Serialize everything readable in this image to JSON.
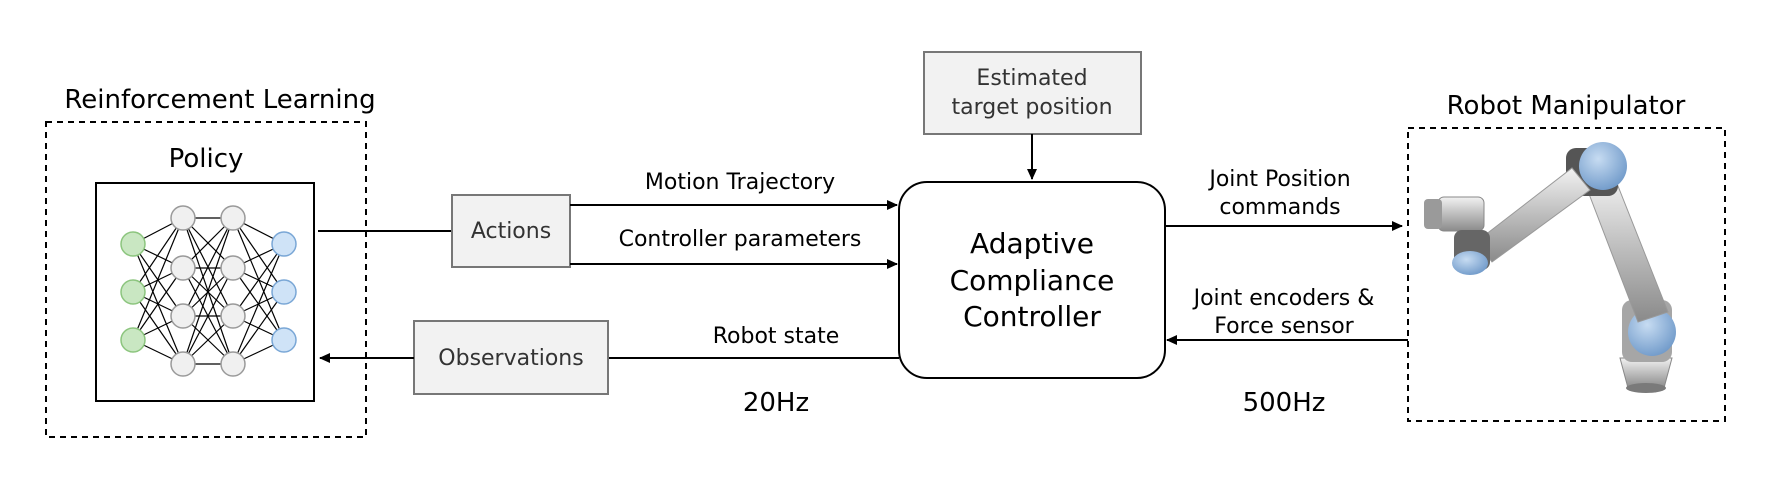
{
  "rl_section": {
    "title": "Reinforcement Learning",
    "policy_label": "Policy",
    "colors": {
      "input": "#c9e7c2",
      "input_stroke": "#8cc57e",
      "hidden": "#f0f0f0",
      "hidden_stroke": "#9a9a9a",
      "output": "#cfe3f7",
      "output_stroke": "#7aa7d6"
    }
  },
  "actions_box": {
    "label": "Actions"
  },
  "observations_box": {
    "label": "Observations"
  },
  "target_box": {
    "line1": "Estimated",
    "line2": "target position"
  },
  "controller": {
    "line1": "Adaptive",
    "line2": "Compliance",
    "line3": "Controller"
  },
  "signals": {
    "motion_trajectory": "Motion Trajectory",
    "controller_parameters": "Controller parameters",
    "robot_state": "Robot state",
    "joint_position_line1": "Joint Position",
    "joint_position_line2": "commands",
    "joint_encoders_line1": "Joint encoders &",
    "joint_encoders_line2": "Force sensor"
  },
  "frequencies": {
    "policy_rate": "20Hz",
    "controller_rate": "500Hz"
  },
  "robot_section": {
    "title": "Robot Manipulator",
    "colors": {
      "link": "#c8c8c8",
      "joint_cap": "#8fb2dc",
      "joint_body": "#9a9a9a"
    }
  }
}
